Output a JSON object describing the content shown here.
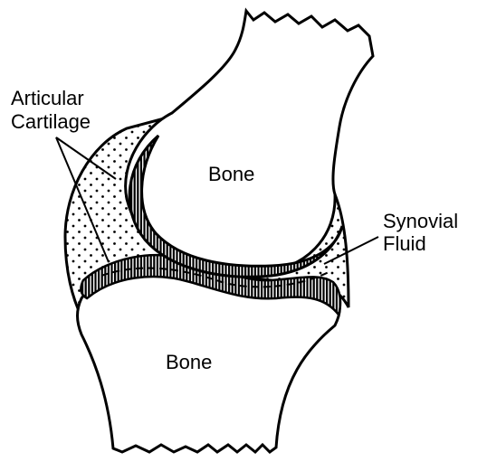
{
  "diagram": {
    "labels": {
      "upper_bone": "Bone",
      "lower_bone": "Bone",
      "cartilage_line1": "Articular",
      "cartilage_line2": "Cartilage",
      "fluid_line1": "Synovial",
      "fluid_line2": "Fluid"
    },
    "colors": {
      "ink": "#000000",
      "paper": "#ffffff"
    }
  }
}
